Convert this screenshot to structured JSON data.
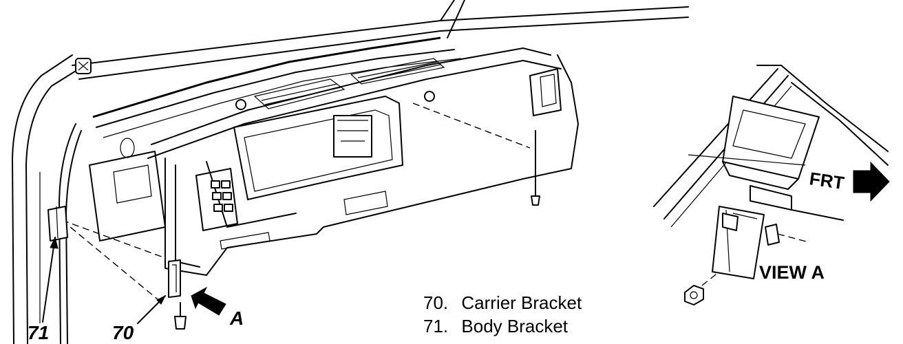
{
  "callouts": {
    "bracket_70": "70",
    "bracket_71": "71",
    "view_a_arrow": "A"
  },
  "view_a": {
    "title": "VIEW A",
    "direction": "FRT"
  },
  "legend": [
    {
      "number": "70.",
      "label": "Carrier Bracket"
    },
    {
      "number": "71.",
      "label": "Body Bracket"
    }
  ]
}
